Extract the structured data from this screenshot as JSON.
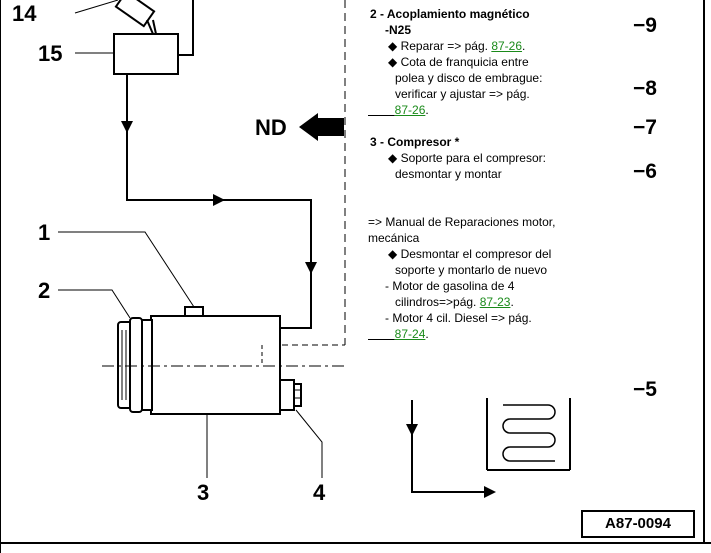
{
  "callouts": {
    "n14": "14",
    "n15": "15",
    "n1": "1",
    "n2": "2",
    "n3": "3",
    "n4": "4",
    "nd": "ND"
  },
  "right_index": [
    "−9",
    "−8",
    "−7",
    "−6",
    "−5"
  ],
  "item2": {
    "title": "2 - Acoplamiento magnético",
    "subtitle": "-N25",
    "b1_text": "Reparar => pág.",
    "b1_link": "87-26",
    "b2_line1": "Cota de franquicia entre",
    "b2_line2": "polea y disco de embrague:",
    "b2_line3": "verificar y ajustar => pág.",
    "b2_link": "87-26"
  },
  "item3": {
    "title": "3 - Compresor *",
    "b1_line1": "Soporte para el compresor:",
    "b1_line2": "desmontar y montar"
  },
  "manual": {
    "line1": "=> Manual de Reparaciones motor,",
    "line2": "mecánica",
    "b1_line1": "Desmontar el compresor del",
    "b1_line2": "soporte y montarlo de nuevo",
    "d1_line1": "- Motor de gasolina de 4",
    "d1_line2": "cilindros=>pág.",
    "d1_link": "87-23",
    "d2_line1": "- Motor 4 cil. Diesel => pág.",
    "d2_link": "87-24"
  },
  "diamond_glyph": "◆",
  "figure_ref": "A87-0094",
  "colors": {
    "link": "#1a8a1a",
    "line": "#000000"
  }
}
